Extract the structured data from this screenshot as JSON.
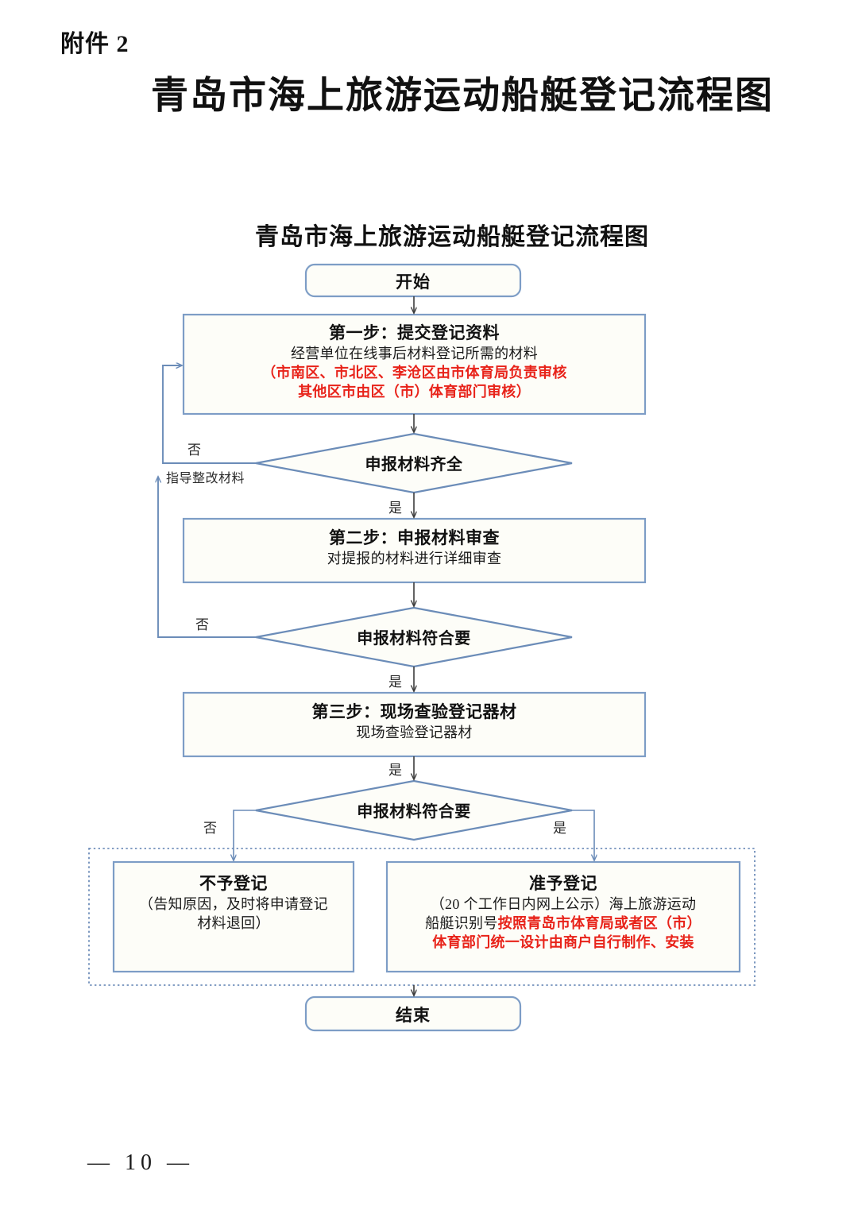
{
  "document": {
    "attachment_label": "附件 2",
    "title": "青岛市海上旅游运动船艇登记流程图",
    "page_footer": "— 10 —"
  },
  "chart": {
    "title": "青岛市海上旅游运动船艇登记流程图",
    "colors": {
      "node_border": "#7d9dc6",
      "node_fill": "#fdfdf8",
      "connector": "#6b8cb8",
      "emphasis_red": "#e8231a",
      "text": "#111111",
      "group_border": "#5b7fb0"
    },
    "nodes": {
      "start": {
        "label": "开始",
        "shape": "rounded-terminator"
      },
      "step1": {
        "heading": "第一步：提交登记资料",
        "sub": "经营单位在线事后材料登记所需的材料",
        "red_line1": "（市南区、市北区、李沧区由市体育局负责审核",
        "red_line2": "其他区市由区（市）体育部门审核）",
        "shape": "process"
      },
      "decision1": {
        "label": "申报材料齐全",
        "shape": "diamond"
      },
      "step2": {
        "heading": "第二步：申报材料审查",
        "sub": "对提报的材料进行详细审查",
        "shape": "process"
      },
      "decision2": {
        "label": "申报材料符合要",
        "shape": "diamond"
      },
      "step3": {
        "heading": "第三步：现场查验登记器材",
        "sub": "现场查验登记器材",
        "shape": "process"
      },
      "decision3": {
        "label": "申报材料符合要",
        "shape": "diamond"
      },
      "reject": {
        "heading": "不予登记",
        "sub_line1": "（告知原因，及时将申请登记",
        "sub_line2": "材料退回）",
        "shape": "process"
      },
      "approve": {
        "heading": "准予登记",
        "sub_line1": "（20 个工作日内网上公示）海上旅游运动",
        "sub_line2_black": "船艇识别号",
        "sub_line2_red": "按照青岛市体育局或者区（市）",
        "sub_line3_red": "体育部门统一设计由商户自行制作、安装",
        "shape": "process"
      },
      "end": {
        "label": "结束",
        "shape": "rounded-terminator"
      }
    },
    "edge_labels": {
      "d1_no": "否",
      "d1_no_action": "指导整改材料",
      "d1_yes": "是",
      "d2_no": "否",
      "d2_yes": "是",
      "step3_yes": "是",
      "d3_no": "否",
      "d3_yes": "是"
    }
  }
}
